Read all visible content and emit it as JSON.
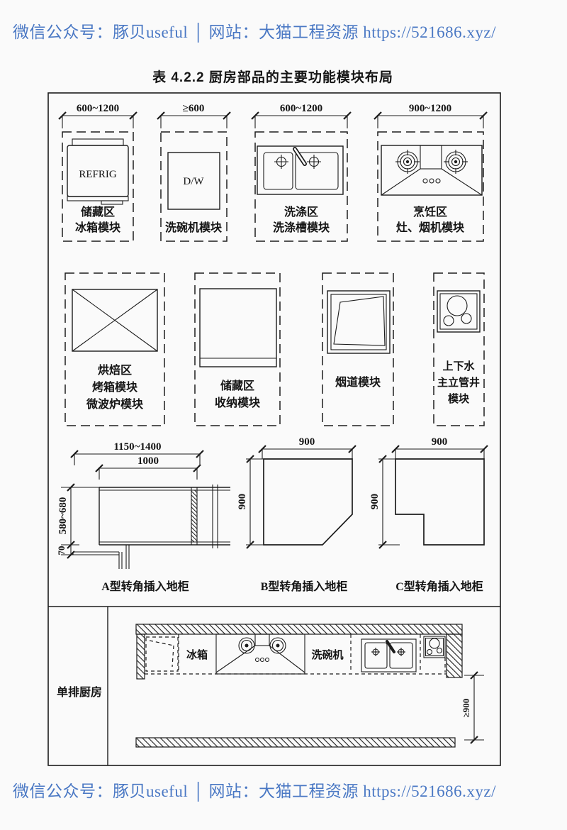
{
  "watermark": {
    "top": "微信公众号：豚贝useful │ 网站：大猫工程资源 https://521686.xyz/",
    "bottom": "微信公众号：豚贝useful │ 网站：大猫工程资源 https://521686.xyz/",
    "color": "#4a78c4"
  },
  "title": "表 4.2.2  厨房部品的主要功能模块布局",
  "modules_row1": [
    {
      "dimension": "600~1200",
      "glyph": "refrigerator-icon",
      "glyph_text": "REFRIG",
      "labels": [
        "储藏区",
        "冰箱模块"
      ]
    },
    {
      "dimension": "≥600",
      "glyph": "dishwasher-icon",
      "glyph_text": "D/W",
      "labels": [
        "洗碗机模块"
      ]
    },
    {
      "dimension": "600~1200",
      "glyph": "double-sink-icon",
      "labels": [
        "洗涤区",
        "洗涤槽模块"
      ]
    },
    {
      "dimension": "900~1200",
      "glyph": "cooktop-hood-icon",
      "labels": [
        "烹饪区",
        "灶、烟机模块"
      ]
    }
  ],
  "modules_row2": [
    {
      "glyph": "crossed-box-icon",
      "labels": [
        "烘焙区",
        "烤箱模块",
        "微波炉模块"
      ]
    },
    {
      "glyph": "storage-cabinet-icon",
      "labels": [
        "储藏区",
        "收纳模块"
      ]
    },
    {
      "glyph": "flue-icon",
      "labels": [
        "烟道模块"
      ]
    },
    {
      "glyph": "pipe-shaft-icon",
      "labels": [
        "上下水",
        "主立管井",
        "模块"
      ]
    }
  ],
  "corner_cabinets": [
    {
      "label": "A型转角插入地柜",
      "dims": {
        "overall_width": "1150~1400",
        "inner_width": "1000",
        "depth": "580~680",
        "toe": "70"
      }
    },
    {
      "label": "B型转角插入地柜",
      "dims": {
        "width": "900",
        "depth": "900"
      }
    },
    {
      "label": "C型转角插入地柜",
      "dims": {
        "width": "900",
        "depth": "900"
      }
    }
  ],
  "single_row_kitchen": {
    "label": "单排厨房",
    "appliances": [
      "冰箱",
      "洗碗机"
    ],
    "aisle_dimension": "≥900"
  }
}
